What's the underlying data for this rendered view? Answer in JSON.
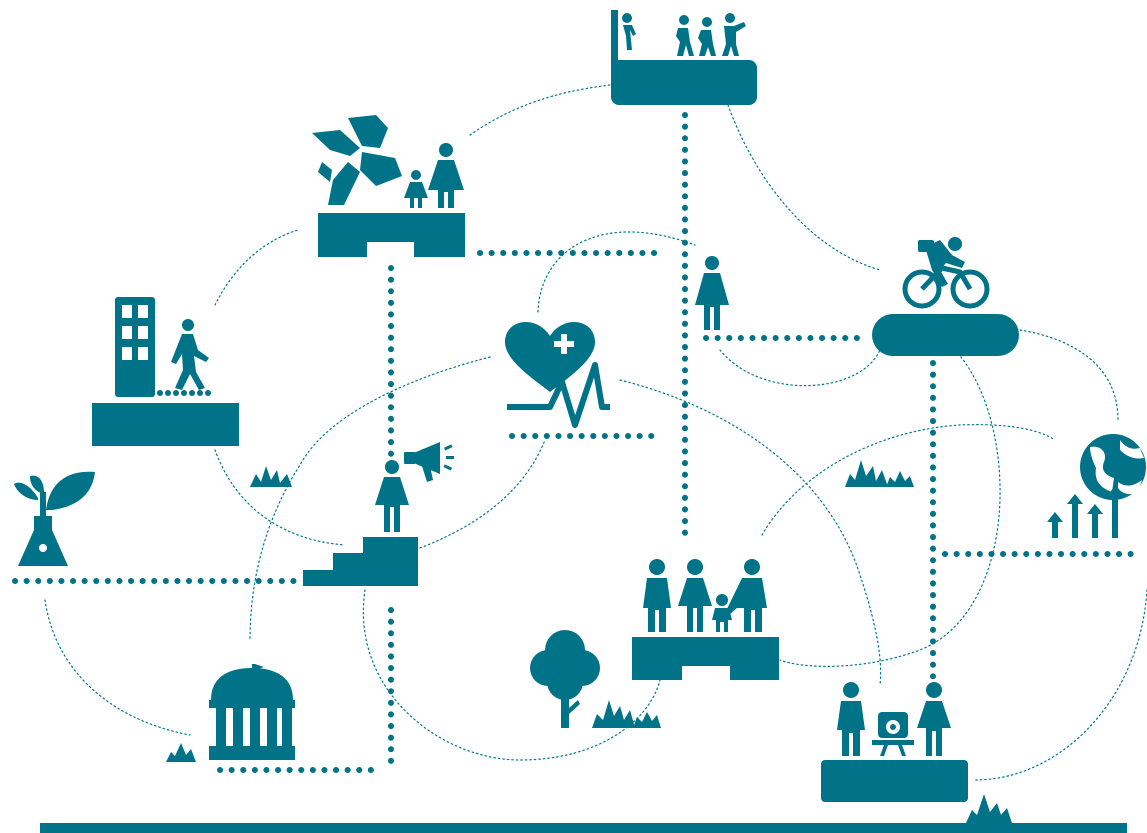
{
  "theme": {
    "primary": "#007388",
    "connector": "#00798c",
    "background": "#ffffff"
  },
  "scenes": [
    {
      "name": "teamwork-hands-family",
      "icon": "joined-hands-icon"
    },
    {
      "name": "rooftop-gathering",
      "icon": "dancing-people-icon"
    },
    {
      "name": "city-walker",
      "icon": "building-walker-icon"
    },
    {
      "name": "health-monitoring",
      "icon": "heart-plus-pulse-icon"
    },
    {
      "name": "woman-standing",
      "icon": "woman-icon"
    },
    {
      "name": "cycling",
      "icon": "cyclist-icon"
    },
    {
      "name": "plant-lab",
      "icon": "plant-flask-icon"
    },
    {
      "name": "public-speaker",
      "icon": "megaphone-woman-icon"
    },
    {
      "name": "global-growth",
      "icon": "globe-growth-arrows-icon"
    },
    {
      "name": "family",
      "icon": "family-icon"
    },
    {
      "name": "nature",
      "icon": "tree-icon"
    },
    {
      "name": "public-institution",
      "icon": "government-building-icon"
    },
    {
      "name": "meeting-with-camera",
      "icon": "people-camera-icon"
    }
  ]
}
